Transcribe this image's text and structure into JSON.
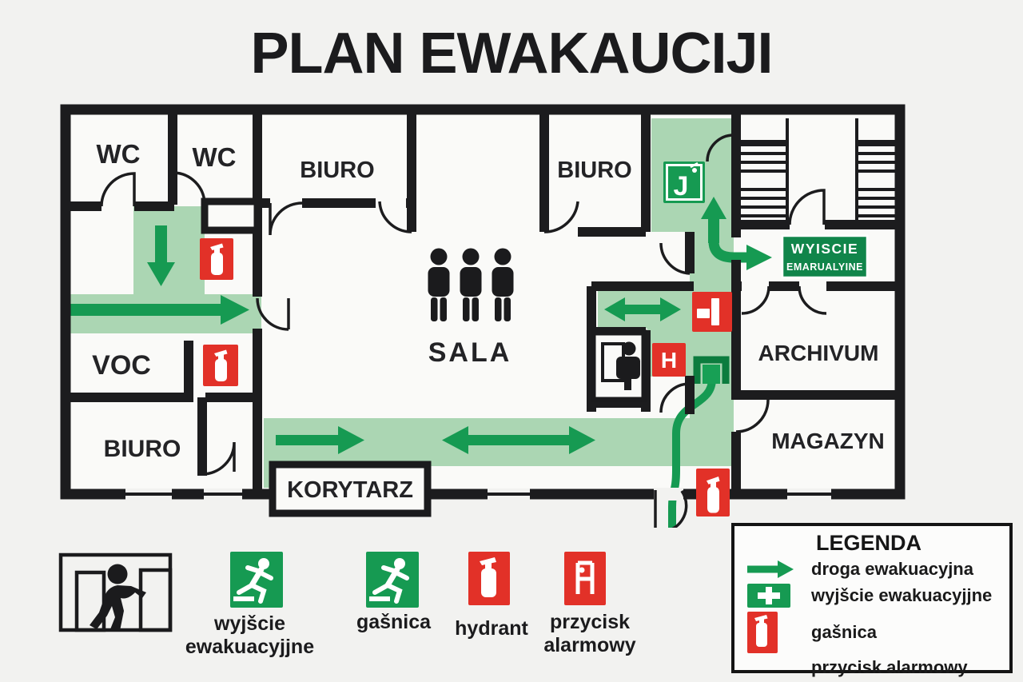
{
  "title": "PLAN EWAKAUCIJI",
  "colors": {
    "path_green": "#abd6b3",
    "arrow_green": "#169a52",
    "sign_green": "#10854a",
    "alarm_red": "#e23128",
    "wall_black": "#1c1c1e"
  },
  "plan": {
    "rooms": {
      "wc1": "WC",
      "wc2": "WC",
      "biuro_top_left": "BIURO",
      "biuro_top_right": "BIURO",
      "sala": "SALA",
      "voc": "VOC",
      "biuro_bottom_left": "BIURO",
      "korytarz": "KORYTARZ",
      "archivum": "ARCHIVUM",
      "magazyn": "MAGAZYN"
    },
    "signs": {
      "exit_line1": "WYISCIE",
      "exit_line2": "EMARUALYINE",
      "hydrant_letter": "H",
      "runner_glyph": "J"
    }
  },
  "icons_row": {
    "exit_caption_line1": "wyjšcie",
    "exit_caption_line2": "ewakuacyjjne",
    "gasnica_caption": "gašnica",
    "hydrant_caption": "hydrant",
    "przycisk_caption_line1": "przycisk",
    "przycisk_caption_line2": "alarmowy"
  },
  "legend": {
    "title": "LEGENDA",
    "items": [
      {
        "label": "droga ewakuacyjna"
      },
      {
        "label": "wyjšcie ewakuacyjjne"
      },
      {
        "label": "gašnica"
      },
      {
        "label": "przycisk alarmowy"
      }
    ]
  },
  "icons": {
    "runner": "running-man",
    "extinguisher": "fire-extinguisher",
    "alarm_button": "alarm-button",
    "exit_door": "exit-door",
    "arrow": "evacuation-arrow",
    "cross": "exit-cross"
  }
}
